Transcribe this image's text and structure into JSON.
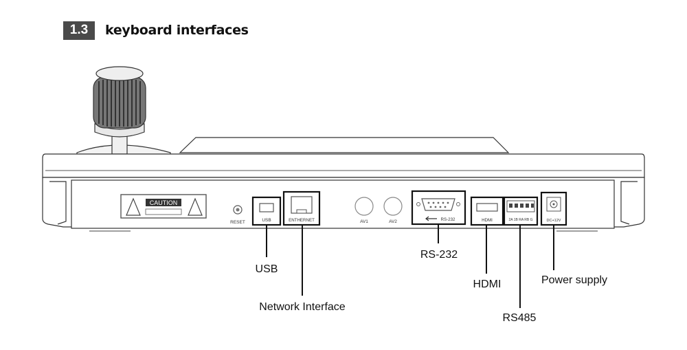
{
  "header": {
    "number": "1.3",
    "title": "keyboard interfaces"
  },
  "device": {
    "caution_label": "CAUTION",
    "port_labels": {
      "reset": "RESET",
      "usb": "USB",
      "ethernet": "ENTHERNET",
      "av1": "AV1",
      "av2": "AV2",
      "rs232": "RS-232",
      "hdmi": "HDMI",
      "rs485_pins": "2A 1B RA RB G",
      "dc": "DC+12V"
    }
  },
  "callouts": {
    "usb": "USB",
    "network": "Network Interface",
    "rs232": "RS-232",
    "hdmi": "HDMI",
    "rs485": "RS485",
    "power": "Power supply"
  }
}
